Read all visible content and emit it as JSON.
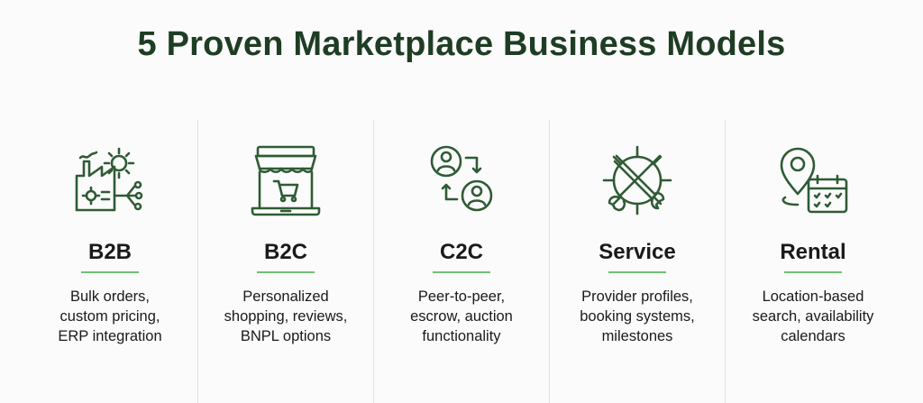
{
  "title": "5 Proven Marketplace Business Models",
  "models": [
    {
      "icon": "factory-gear-icon",
      "name": "B2B",
      "lines": [
        "Bulk orders,",
        "custom pricing,",
        "ERP integration"
      ]
    },
    {
      "icon": "storefront-cart-icon",
      "name": "B2C",
      "lines": [
        "Personalized",
        "shopping, reviews,",
        "BNPL options"
      ]
    },
    {
      "icon": "peer-exchange-icon",
      "name": "C2C",
      "lines": [
        "Peer-to-peer,",
        "escrow, auction",
        "functionality"
      ]
    },
    {
      "icon": "gear-wrench-icon",
      "name": "Service",
      "lines": [
        "Provider profiles,",
        "booking systems,",
        "milestones"
      ]
    },
    {
      "icon": "location-calendar-icon",
      "name": "Rental",
      "lines": [
        "Location-based",
        "search, availability",
        "calendars"
      ]
    }
  ],
  "colors": {
    "title": "#1e3d24",
    "icon": "#2f5b35",
    "accent": "#6fbf73"
  }
}
